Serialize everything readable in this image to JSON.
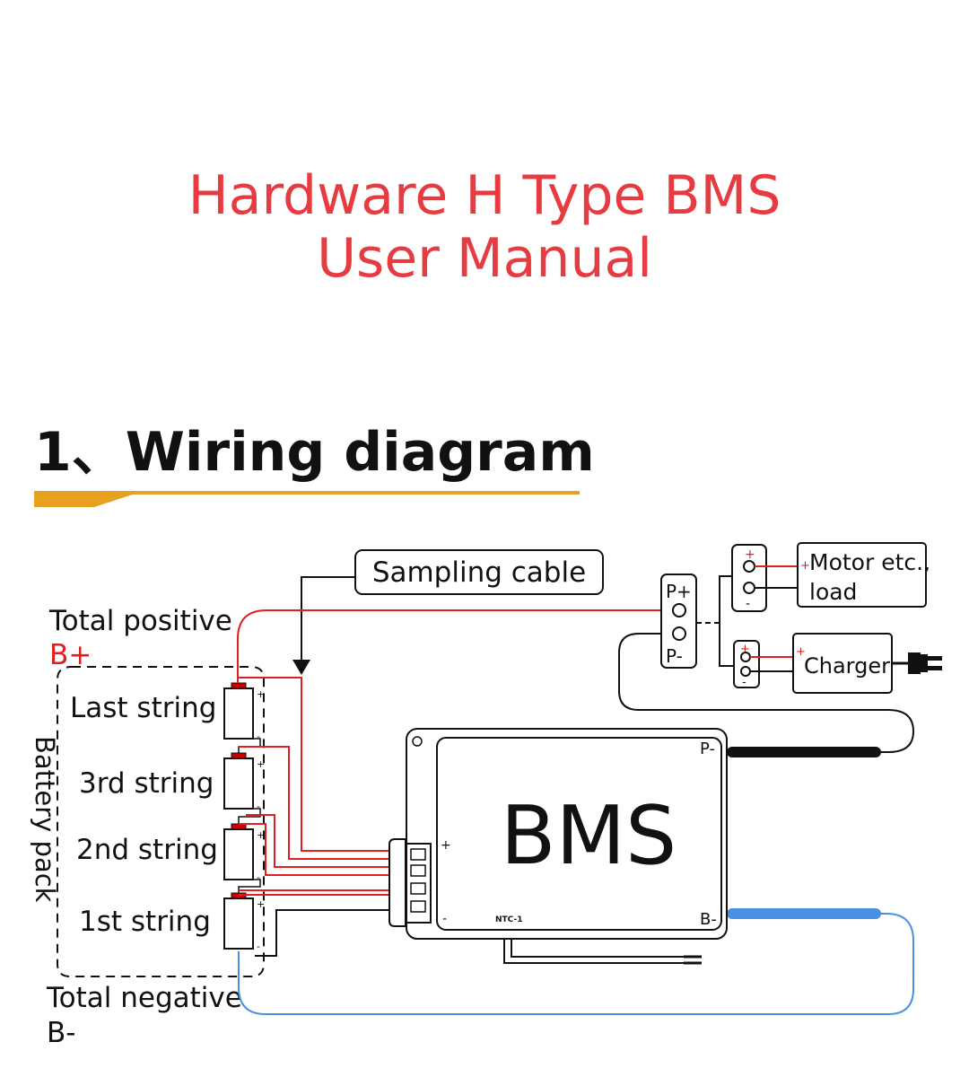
{
  "title": {
    "line1": "Hardware H Type BMS",
    "line2": "User Manual"
  },
  "section": {
    "heading": "1、Wiring diagram"
  },
  "diagram": {
    "sampling_cable": "Sampling cable",
    "total_positive": "Total positive",
    "b_plus": "B+",
    "total_negative": "Total negative",
    "b_minus": "B-",
    "battery_pack": "Battery pack",
    "strings": [
      "Last string",
      "3rd string",
      "2nd string",
      "1st string"
    ],
    "bms_label": "BMS",
    "p_minus_board": "P-",
    "b_minus_board": "B-",
    "ntc": "NTC-1",
    "plus_mark": "+",
    "minus_mark": "-",
    "p_plus_terminal": "P+",
    "p_minus_terminal": "P-",
    "load": {
      "line1": "Motor etc.,",
      "line2": "load"
    },
    "charger": "Charger",
    "colors": {
      "red": "#e02020",
      "blue": "#4a90e2",
      "black": "#111111",
      "accent": "#e8a020",
      "title": "#e63b41"
    }
  }
}
